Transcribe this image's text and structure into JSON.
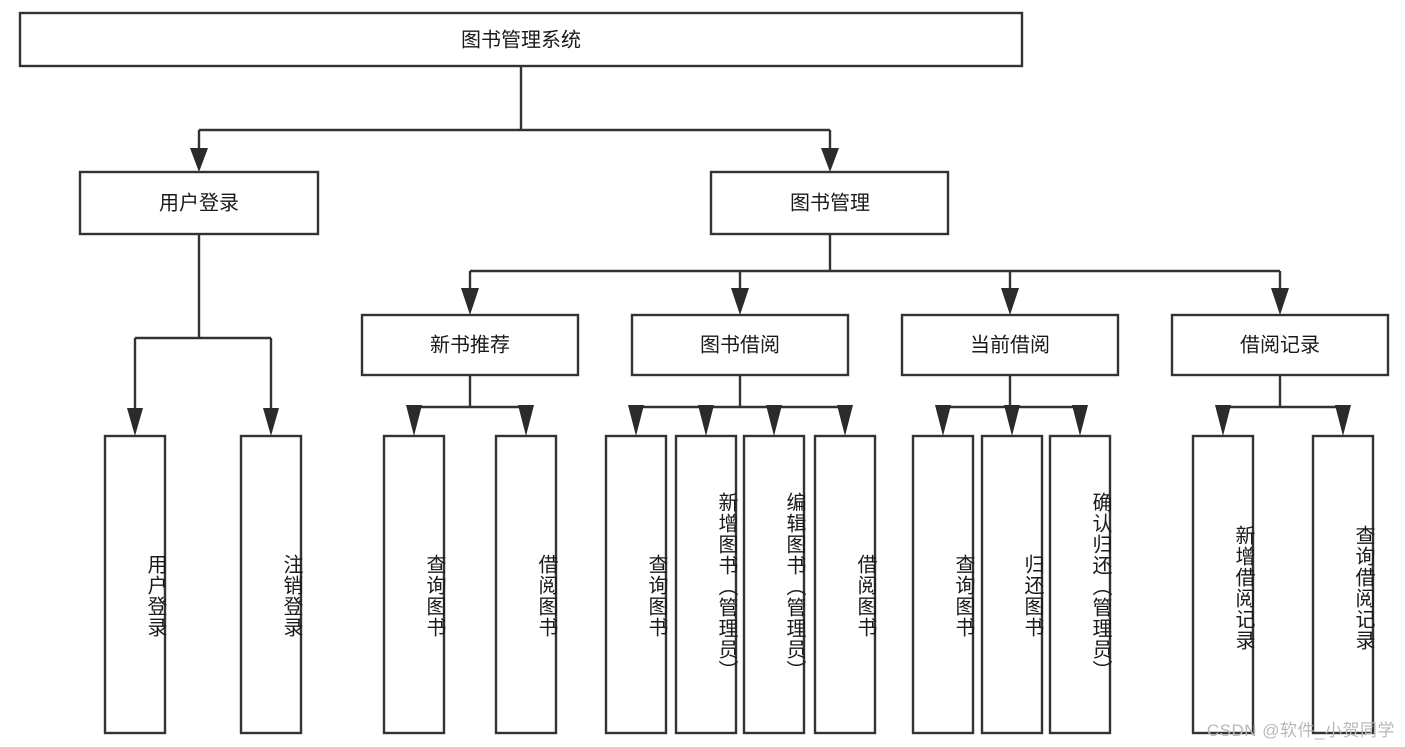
{
  "diagram": {
    "title": "图书管理系统",
    "type": "tree-hierarchy",
    "root": {
      "id": "root",
      "label": "图书管理系统"
    },
    "level1": [
      {
        "id": "user-login",
        "label": "用户登录"
      },
      {
        "id": "book-manage",
        "label": "图书管理"
      }
    ],
    "level2": [
      {
        "id": "new-book-rec",
        "label": "新书推荐",
        "parent": "book-manage"
      },
      {
        "id": "book-borrow",
        "label": "图书借阅",
        "parent": "book-manage"
      },
      {
        "id": "current-borrow",
        "label": "当前借阅",
        "parent": "book-manage"
      },
      {
        "id": "borrow-record",
        "label": "借阅记录",
        "parent": "book-manage"
      }
    ],
    "leaves": [
      {
        "id": "leaf-user-login",
        "label": "用户登录",
        "parent": "user-login"
      },
      {
        "id": "leaf-logout-login",
        "label": "注销登录",
        "parent": "user-login"
      },
      {
        "id": "leaf-query-book-1",
        "label": "查询图书",
        "parent": "new-book-rec"
      },
      {
        "id": "leaf-borrow-book-1",
        "label": "借阅图书",
        "parent": "new-book-rec"
      },
      {
        "id": "leaf-query-book-2",
        "label": "查询图书",
        "parent": "book-borrow"
      },
      {
        "id": "leaf-add-book",
        "label": "新增图书（管理员）",
        "parent": "book-borrow"
      },
      {
        "id": "leaf-edit-book",
        "label": "编辑图书（管理员）",
        "parent": "book-borrow"
      },
      {
        "id": "leaf-borrow-book-2",
        "label": "借阅图书",
        "parent": "book-borrow"
      },
      {
        "id": "leaf-query-book-3",
        "label": "查询图书",
        "parent": "current-borrow"
      },
      {
        "id": "leaf-return-book",
        "label": "归还图书",
        "parent": "current-borrow"
      },
      {
        "id": "leaf-confirm-return",
        "label": "确认归还（管理员）",
        "parent": "current-borrow"
      },
      {
        "id": "leaf-add-record",
        "label": "新增借阅记录",
        "parent": "borrow-record"
      },
      {
        "id": "leaf-query-record",
        "label": "查询借阅记录",
        "parent": "borrow-record"
      }
    ]
  },
  "colors": {
    "background": "#ffffff",
    "box_fill": "#ffffff",
    "box_stroke": "#333333",
    "connector": "#333333",
    "text": "#1a1a1a",
    "watermark": "#b9b9b9"
  },
  "watermark": {
    "text": "CSDN @软件_小贺同学"
  }
}
